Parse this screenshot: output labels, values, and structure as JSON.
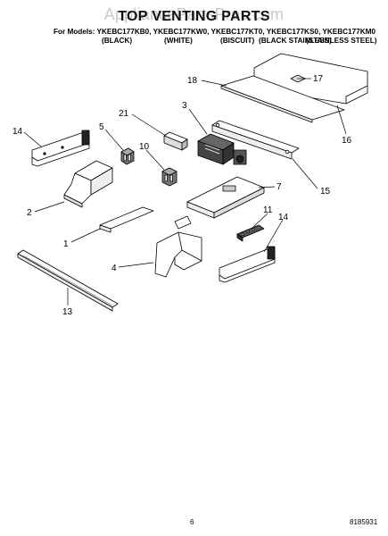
{
  "watermark": "AppliancePartsPros.com",
  "title": "TOP VENTING PARTS",
  "models_line": "For Models: YKEBC177KB0, YKEBC177KW0, YKEBC177KT0, YKEBC177KS0, YKEBC177KM0",
  "colors": [
    "(BLACK)",
    "(WHITE)",
    "(BISCUIT)",
    "(BLACK STAINLESS)",
    "(STAINLESS STEEL)"
  ],
  "callouts": [
    {
      "id": "c18",
      "label": "18"
    },
    {
      "id": "c17",
      "label": "17"
    },
    {
      "id": "c16",
      "label": "16"
    },
    {
      "id": "c21",
      "label": "21"
    },
    {
      "id": "c3",
      "label": "3"
    },
    {
      "id": "c14a",
      "label": "14"
    },
    {
      "id": "c5",
      "label": "5"
    },
    {
      "id": "c10",
      "label": "10"
    },
    {
      "id": "c15",
      "label": "15"
    },
    {
      "id": "c2",
      "label": "2"
    },
    {
      "id": "c7",
      "label": "7"
    },
    {
      "id": "c11",
      "label": "11"
    },
    {
      "id": "c14b",
      "label": "14"
    },
    {
      "id": "c1",
      "label": "1"
    },
    {
      "id": "c4",
      "label": "4"
    },
    {
      "id": "c13",
      "label": "13"
    }
  ],
  "footer": {
    "page_number": "6",
    "doc_number": "8185931"
  },
  "colors_hex": {
    "line": "#000000",
    "fill": "#ffffff",
    "dark": "#333333"
  }
}
